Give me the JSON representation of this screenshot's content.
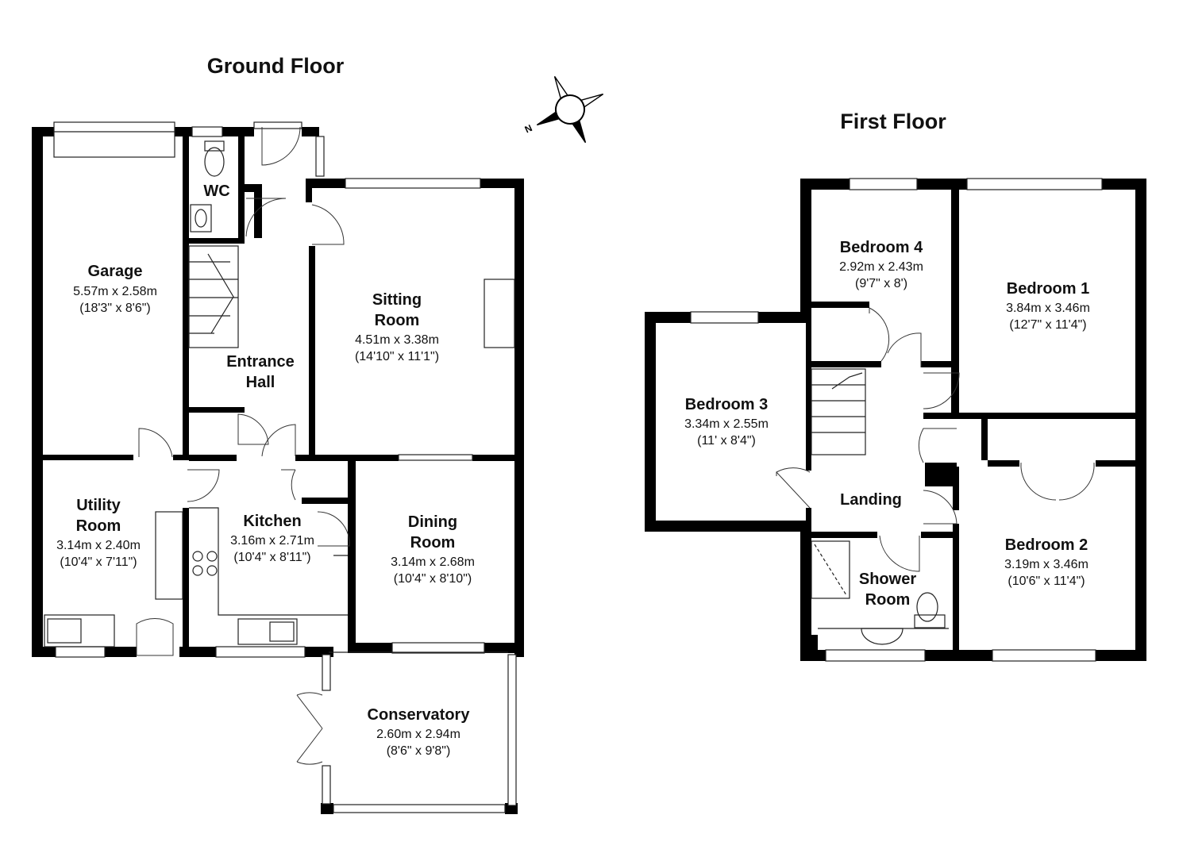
{
  "floors": [
    {
      "title": "Ground Floor",
      "rooms": [
        {
          "id": "garage",
          "name_lines": [
            "Garage"
          ],
          "metric": "5.57m x 2.58m",
          "imperial": "(18'3\" x 8'6\")"
        },
        {
          "id": "wc",
          "name_lines": [
            "WC"
          ],
          "metric": "",
          "imperial": ""
        },
        {
          "id": "entrance-hall",
          "name_lines": [
            "Entrance",
            "Hall"
          ],
          "metric": "",
          "imperial": ""
        },
        {
          "id": "sitting-room",
          "name_lines": [
            "Sitting",
            "Room"
          ],
          "metric": "4.51m x 3.38m",
          "imperial": "(14'10\" x 11'1\")"
        },
        {
          "id": "utility-room",
          "name_lines": [
            "Utility",
            "Room"
          ],
          "metric": "3.14m x 2.40m",
          "imperial": "(10'4\" x 7'11\")"
        },
        {
          "id": "kitchen",
          "name_lines": [
            "Kitchen"
          ],
          "metric": "3.16m x 2.71m",
          "imperial": "(10'4\" x 8'11\")"
        },
        {
          "id": "dining-room",
          "name_lines": [
            "Dining",
            "Room"
          ],
          "metric": "3.14m x 2.68m",
          "imperial": "(10'4\" x 8'10\")"
        },
        {
          "id": "conservatory",
          "name_lines": [
            "Conservatory"
          ],
          "metric": "2.60m x 2.94m",
          "imperial": "(8'6\" x 9'8\")"
        }
      ]
    },
    {
      "title": "First Floor",
      "rooms": [
        {
          "id": "bedroom-4",
          "name_lines": [
            "Bedroom 4"
          ],
          "metric": "2.92m x 2.43m",
          "imperial": "(9'7\" x 8')"
        },
        {
          "id": "bedroom-1",
          "name_lines": [
            "Bedroom 1"
          ],
          "metric": "3.84m x 3.46m",
          "imperial": "(12'7\" x 11'4\")"
        },
        {
          "id": "bedroom-3",
          "name_lines": [
            "Bedroom 3"
          ],
          "metric": "3.34m x 2.55m",
          "imperial": "(11' x 8'4\")"
        },
        {
          "id": "landing",
          "name_lines": [
            "Landing"
          ],
          "metric": "",
          "imperial": ""
        },
        {
          "id": "bedroom-2",
          "name_lines": [
            "Bedroom 2"
          ],
          "metric": "3.19m x 3.46m",
          "imperial": "(10'6\" x 11'4\")"
        },
        {
          "id": "shower-room",
          "name_lines": [
            "Shower",
            "Room"
          ],
          "metric": "",
          "imperial": ""
        }
      ]
    }
  ],
  "compass": {
    "label": "N",
    "icon": "compass-icon"
  }
}
